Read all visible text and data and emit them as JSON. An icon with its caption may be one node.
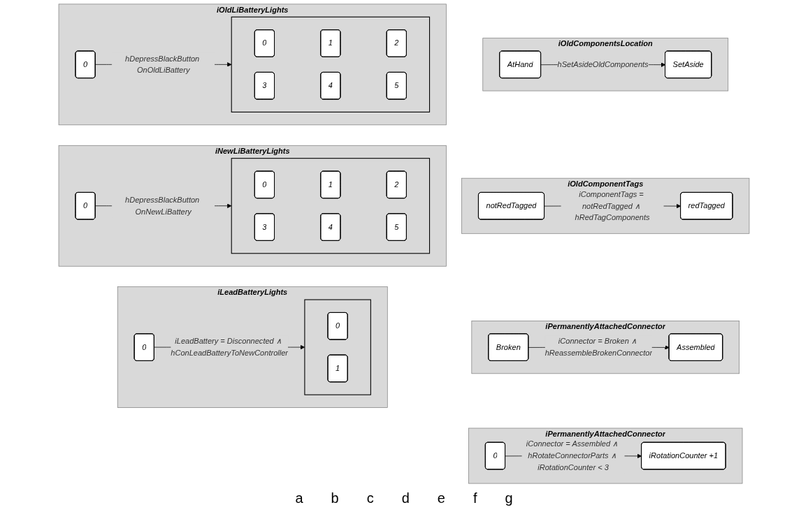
{
  "diagram": {
    "nodes": [
      {
        "text": [
          "iOldComponentsLocation"
        ]
      },
      {
        "text": [
          "AtHand"
        ],
        "in": 0
      },
      {
        "text": [
          "SetAside"
        ],
        "in": 0
      },
      {
        "text": [
          "iOldComponentTags"
        ]
      },
      {
        "text": [
          "notRedTagged"
        ],
        "in": 3
      },
      {
        "text": [
          "redTagged"
        ],
        "in": 3
      },
      {
        "text": [
          "iPermanentlyAttachedConnector"
        ]
      },
      {
        "text": [
          "Broken"
        ],
        "in": 6
      },
      {
        "text": [
          "Assembled"
        ],
        "in": 6
      },
      {
        "text": [
          "iPermanentlyAttachedConnector"
        ]
      },
      {
        "text": [
          "0"
        ],
        "in": 9
      },
      {
        "text": [
          "iRotationCounter +1"
        ],
        "in": 9
      },
      {
        "text": [
          "iOldLiBatteryLights"
        ]
      },
      {
        "text": [
          "0"
        ],
        "in": 12
      },
      {
        "text": [],
        "shape": "box",
        "in": 12
      },
      {
        "text": [
          "0"
        ],
        "in": 14
      },
      {
        "text": [
          "1"
        ],
        "in": 14
      },
      {
        "text": [
          "2"
        ],
        "in": 14
      },
      {
        "text": [
          "3"
        ],
        "in": 14
      },
      {
        "text": [
          "4"
        ],
        "in": 14
      },
      {
        "text": [
          "5"
        ],
        "in": 14
      },
      {
        "text": [
          "iNewLiBatteryLights"
        ]
      },
      {
        "text": [
          "0"
        ],
        "in": 21
      },
      {
        "text": [],
        "shape": "box",
        "in": 21
      },
      {
        "text": [
          "0"
        ],
        "in": 23
      },
      {
        "text": [
          "1"
        ],
        "in": 23
      },
      {
        "text": [
          "2"
        ],
        "in": 23
      },
      {
        "text": [
          "3"
        ],
        "in": 23
      },
      {
        "text": [
          "4"
        ],
        "in": 23
      },
      {
        "text": [
          "5"
        ],
        "in": 23
      },
      {
        "text": [
          "iLeadBatteryLights"
        ]
      },
      {
        "text": [
          "0"
        ],
        "in": 30
      },
      {
        "text": [],
        "shape": "box",
        "in": 30
      },
      {
        "text": [
          "0"
        ],
        "in": 32
      },
      {
        "text": [
          "1"
        ],
        "in": 32
      }
    ],
    "edges": [
      {
        "from": 1,
        "to": 2,
        "arrow": "to",
        "label": "hSetAsideOldComponents"
      },
      {
        "from": 4,
        "to": 5,
        "arrow": "to",
        "label": "iComponentTags = notRedTagged ∧ hRedTagComponents"
      },
      {
        "from": 7,
        "to": 8,
        "arrow": "to",
        "label": "iConnector = Broken ∧ hReassembleBrokenConnector"
      },
      {
        "from": 10,
        "to": 11,
        "arrow": "to",
        "label": "iConnector = Assembled ∧ hRotateConnectorParts ∧ iRotationCounter < 3"
      },
      {
        "from": 13,
        "to": 14,
        "arrow": "to",
        "label": "hDepressBlackButton OnOldLiBattery"
      },
      {
        "from": 22,
        "to": 23,
        "arrow": "to",
        "label": "hDepressBlackButton OnNewLiBattery"
      },
      {
        "from": 31,
        "to": 32,
        "arrow": "to",
        "label": "iLeadBattery = Disconnected ∧ hConLeadBatteryToNewController"
      }
    ],
    "labels": [
      "a",
      "b",
      "c",
      "d",
      "e",
      "f",
      "g"
    ]
  }
}
